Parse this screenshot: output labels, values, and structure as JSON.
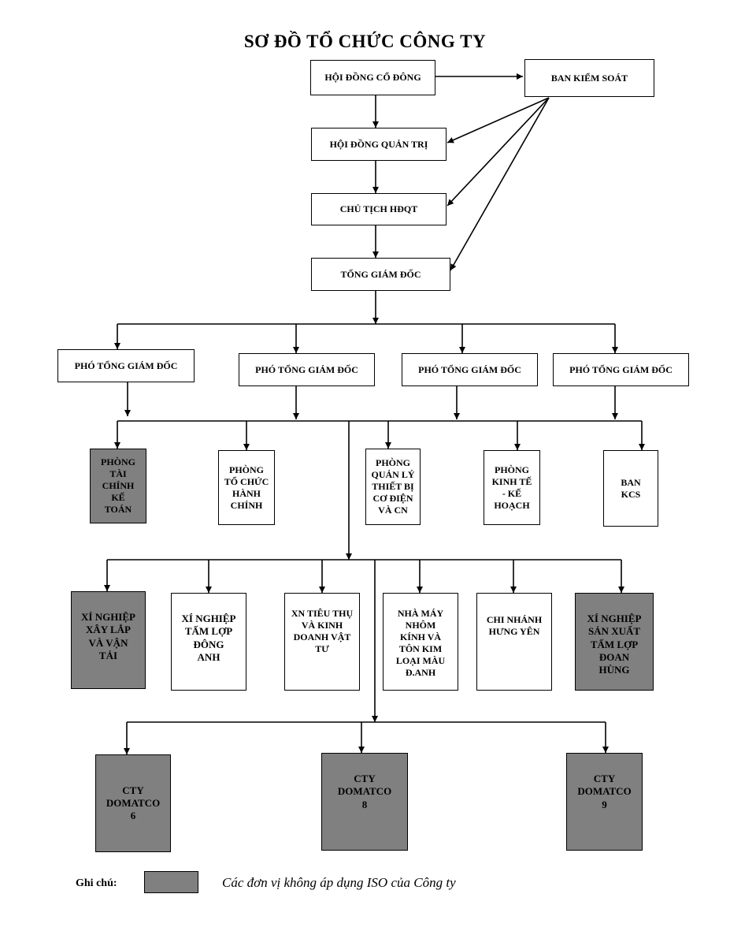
{
  "title": "SƠ ĐỒ TỔ CHỨC CÔNG TY",
  "boxes": {
    "hdcd": "HỘI ĐỒNG CỔ ĐÔNG",
    "bks": "BAN KIỂM SOÁT",
    "hdqt": "HỘI ĐỒNG QUẢN TRỊ",
    "ctqt": "CHỦ TỊCH HĐQT",
    "tgd": "TỔNG GIÁM ĐỐC",
    "ptgd1": "PHÓ TỔNG GIÁM ĐỐC",
    "ptgd2": "PHÓ TỔNG GIÁM ĐỐC",
    "ptgd3": "PHÓ TỔNG GIÁM ĐỐC",
    "ptgd4": "PHÓ TỔNG GIÁM ĐỐC",
    "p_tckt": "PHÒNG\nTÀI\nCHÍNH\nKẾ\nTOÁN",
    "p_tchc": "PHÒNG\nTỔ CHỨC\nHÀNH\nCHÍNH",
    "p_qltb": "PHÒNG\nQUẢN LÝ\nTHIẾT BỊ\nCƠ ĐIỆN\nVÀ CN",
    "p_ktkh": "PHÒNG\nKINH TẾ\n- KẾ\nHOẠCH",
    "ban_kcs": "BAN\nKCS",
    "xn_xlvt": "XÍ NGHIỆP\nXÂY LẮP\nVÀ VẬN\nTẢI",
    "xn_tlda": "XÍ NGHIỆP\nTẤM LỢP\nĐÔNG\nANH",
    "xn_tt": "XN TIÊU THỤ\nVÀ KINH\nDOANH VẬT\nTƯ",
    "nm_nhom": "NHÀ MÁY\nNHÔM\nKÍNH VÀ\nTÔN KIM\nLOẠI MÀU\nĐ.ANH",
    "cn_hy": "CHI NHÁNH\nHƯNG YÊN",
    "xn_sxdh": "XÍ NGHIỆP\nSẢN XUẤT\nTẤM LỢP\nĐOAN\nHÙNG",
    "cty6": "CTY\nDOMATCO\n6",
    "cty8": "CTY\nDOMATCO\n8",
    "cty9": "CTY\nDOMATCO\n9"
  },
  "legend": {
    "label": "Ghi chú:",
    "text": "Các đơn vị không áp dụng ISO của Công ty",
    "color": "#808080"
  }
}
